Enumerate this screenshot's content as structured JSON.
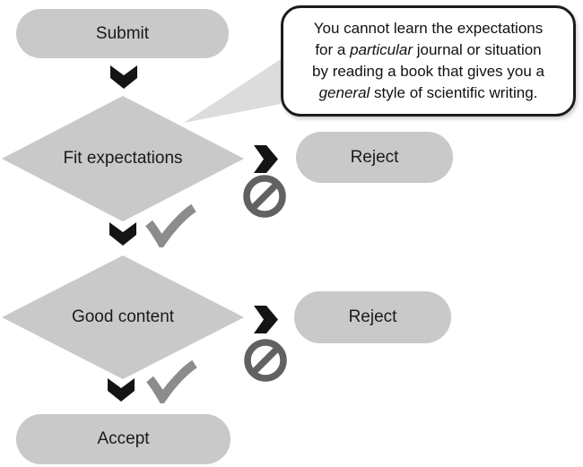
{
  "nodes": {
    "submit": {
      "label": "Submit"
    },
    "fit_expectations": {
      "label": "Fit expectations"
    },
    "reject_fit": {
      "label": "Reject"
    },
    "good_content": {
      "label": "Good content"
    },
    "reject_content": {
      "label": "Reject"
    },
    "accept": {
      "label": "Accept"
    }
  },
  "callout": {
    "plain_text": "You cannot learn the expectations for a particular journal or situation by reading a book that gives you a general style of scientific writing.",
    "lines": [
      {
        "segments": [
          {
            "text": "You cannot learn the expectations",
            "italic": false
          }
        ]
      },
      {
        "segments": [
          {
            "text": "for a ",
            "italic": false
          },
          {
            "text": "particular",
            "italic": true
          },
          {
            "text": " journal or situation",
            "italic": false
          }
        ]
      },
      {
        "segments": [
          {
            "text": "by reading a book that gives you a",
            "italic": false
          }
        ]
      },
      {
        "segments": [
          {
            "text": "general",
            "italic": true
          },
          {
            "text": " style of scientific writing.",
            "italic": false
          }
        ]
      }
    ]
  },
  "icons": {
    "down_arrow": "chevron-down",
    "right_arrow": "chevron-right",
    "check": "check-mark",
    "no_entry": "no-entry-prohibition-sign"
  },
  "colors": {
    "node_fill": "#c9c9c9",
    "node_text": "#1a1a1a",
    "arrow": "#141414",
    "check": "#8c8c8c",
    "no_symbol": "#616161",
    "callout_border": "#1c1c1c",
    "callout_bg": "#ffffff",
    "callout_tail": "#dcdcdc",
    "canvas_bg": "#ffffff"
  }
}
